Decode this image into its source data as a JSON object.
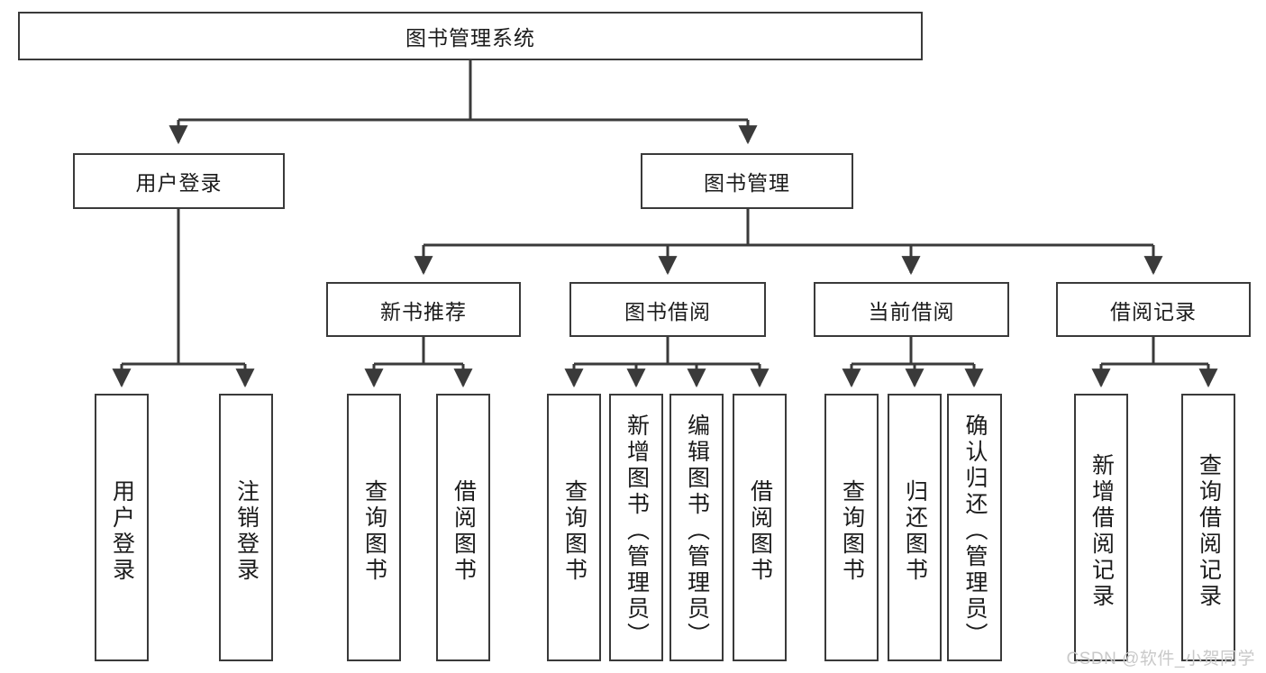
{
  "diagram": {
    "title": "图书管理系统",
    "type": "hierarchy-tree",
    "orientation": "top-down",
    "colors": {
      "box_border": "#3a3a3a",
      "box_fill": "#ffffff",
      "edge": "#3a3a3a",
      "text": "#1b1b1b",
      "watermark": "#c9c9c9"
    }
  },
  "nodes": {
    "root": {
      "label": "图书管理系统"
    },
    "level2": [
      {
        "id": "user-login",
        "label": "用户登录"
      },
      {
        "id": "book-management",
        "label": "图书管理"
      }
    ],
    "level3": [
      {
        "id": "new-book-recommend",
        "label": "新书推荐"
      },
      {
        "id": "book-borrow",
        "label": "图书借阅"
      },
      {
        "id": "current-borrow",
        "label": "当前借阅"
      },
      {
        "id": "borrow-record",
        "label": "借阅记录"
      }
    ],
    "leaves": {
      "user_login": [
        {
          "id": "leaf-user-login",
          "label": "用户登录"
        },
        {
          "id": "leaf-logout-login",
          "label": "注销登录"
        }
      ],
      "new_book_recommend": [
        {
          "id": "leaf-query-book-1",
          "label": "查询图书"
        },
        {
          "id": "leaf-borrow-book-1",
          "label": "借阅图书"
        }
      ],
      "book_borrow": [
        {
          "id": "leaf-query-book-2",
          "label": "查询图书"
        },
        {
          "id": "leaf-add-book",
          "label": "新增图书（管理员）"
        },
        {
          "id": "leaf-edit-book",
          "label": "编辑图书（管理员）"
        },
        {
          "id": "leaf-borrow-book-2",
          "label": "借阅图书"
        }
      ],
      "current_borrow": [
        {
          "id": "leaf-query-book-3",
          "label": "查询图书"
        },
        {
          "id": "leaf-return-book",
          "label": "归还图书"
        },
        {
          "id": "leaf-confirm-return",
          "label": "确认归还（管理员）"
        }
      ],
      "borrow_record": [
        {
          "id": "leaf-add-record",
          "label": "新增借阅记录"
        },
        {
          "id": "leaf-query-record",
          "label": "查询借阅记录"
        }
      ]
    }
  },
  "watermark": {
    "text": "CSDN @软件_小贺同学"
  }
}
